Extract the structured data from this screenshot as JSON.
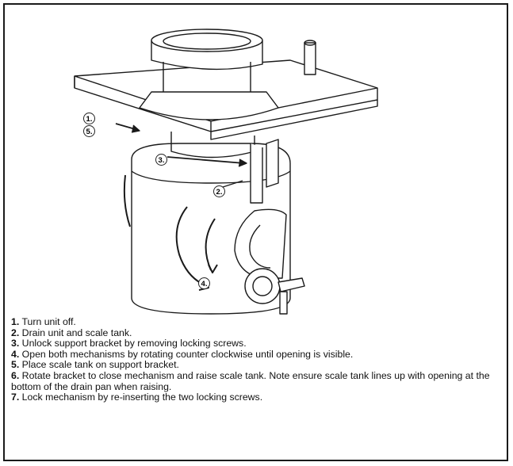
{
  "callouts": {
    "c1": "1.",
    "c5": "5.",
    "c3": "3.",
    "c2": "2.",
    "c4": "4."
  },
  "steps": [
    {
      "num": "1.",
      "text": " Turn unit off."
    },
    {
      "num": "2.",
      "text": " Drain unit and scale tank."
    },
    {
      "num": "3.",
      "text": " Unlock support bracket by removing locking screws."
    },
    {
      "num": "4.",
      "text": " Open both mechanisms by rotating counter clockwise until opening is visible."
    },
    {
      "num": "5.",
      "text": " Place scale tank on support bracket."
    },
    {
      "num": "6.",
      "text": " Rotate bracket to close mechanism and raise scale tank. Note ensure scale tank lines up with opening at the bottom of the drain pan when raising."
    },
    {
      "num": "7.",
      "text": " Lock mechanism by re-inserting the two locking screws."
    }
  ]
}
